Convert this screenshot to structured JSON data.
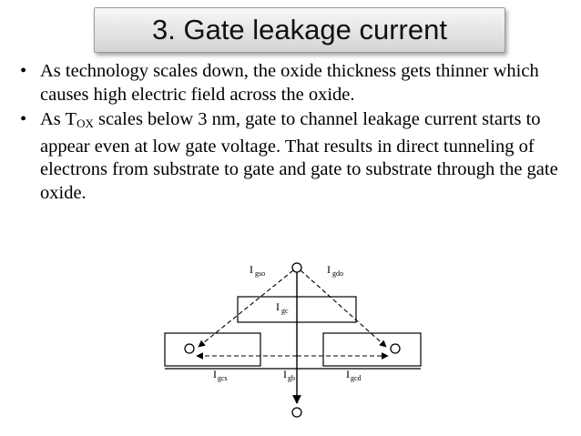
{
  "slide": {
    "title": "3. Gate leakage current"
  },
  "bullets": [
    {
      "marker": "•",
      "text": "As technology scales down, the oxide thickness gets thinner which causes high electric field across the oxide."
    },
    {
      "marker": "•",
      "text_before": "As T",
      "subscript": "OX",
      "text_after": " scales below 3 nm, gate to channel leakage current starts to appear even at low gate voltage. That results in direct tunneling of electrons from substrate to gate and gate to substrate through the gate oxide."
    }
  ],
  "diagram": {
    "labels": {
      "igso": {
        "main": "I",
        "sub": "gso"
      },
      "igdo": {
        "main": "I",
        "sub": "gdo"
      },
      "igc": {
        "main": "I",
        "sub": "gc"
      },
      "igcs": {
        "main": "I",
        "sub": "gcs"
      },
      "igb": {
        "main": "I",
        "sub": "gb"
      },
      "igcd": {
        "main": "I",
        "sub": "gcd"
      }
    }
  }
}
